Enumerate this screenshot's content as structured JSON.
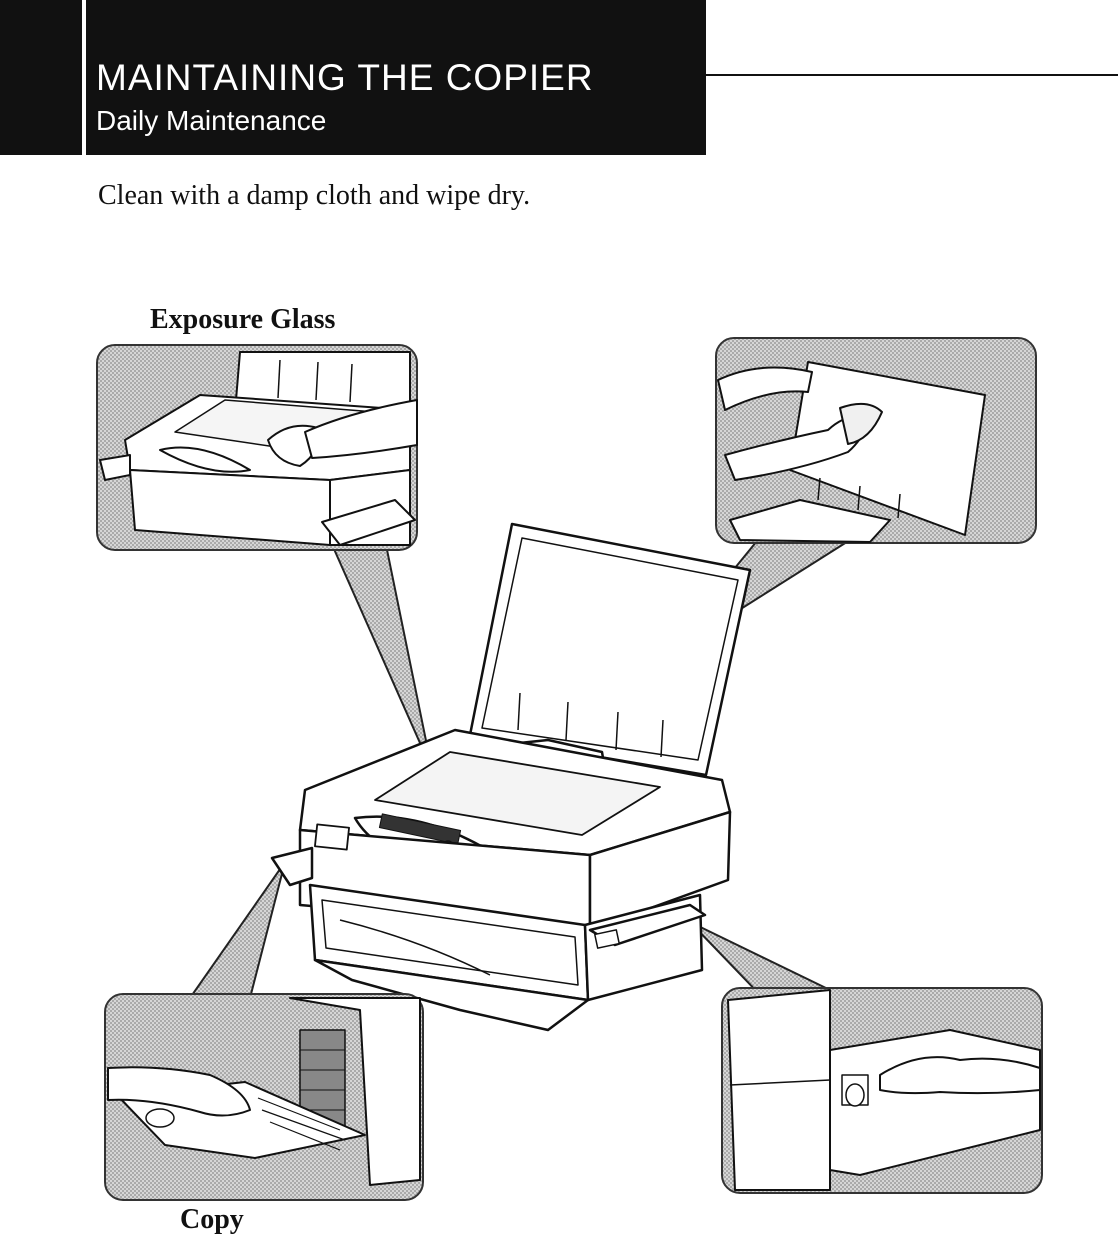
{
  "header": {
    "title": "MAINTAINING THE COPIER",
    "subtitle": "Daily Maintenance"
  },
  "body": {
    "instruction": "Clean with a damp cloth and wipe dry."
  },
  "callouts": {
    "top_left_label": "Exposure Glass",
    "bottom_left_label": "Copy"
  }
}
